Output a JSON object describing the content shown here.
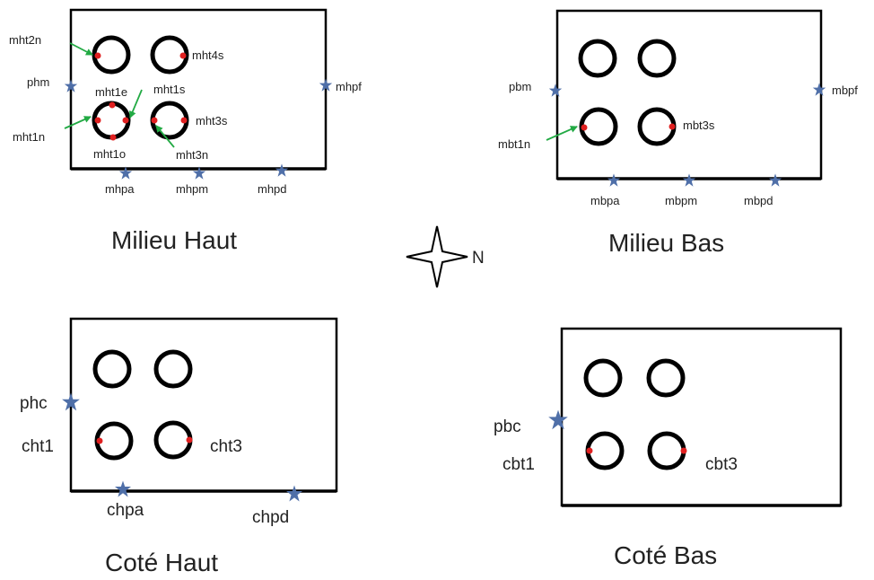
{
  "colors": {
    "outline": "#000000",
    "star": "#4f6fa8",
    "sensor_dot": "#e02020",
    "arrow": "#22aa44"
  },
  "compass": {
    "north_label": "N",
    "icon": "compass-rose-icon"
  },
  "panels": {
    "milieu_haut": {
      "title": "Milieu Haut",
      "labels": {
        "mht2n": "mht2n",
        "mht4s": "mht4s",
        "phm": "phm",
        "mhpf": "mhpf",
        "mht1e": "mht1e",
        "mht1s": "mht1s",
        "mht1n": "mht1n",
        "mht3s": "mht3s",
        "mht1o": "mht1o",
        "mht3n": "mht3n",
        "mhpa": "mhpa",
        "mhpm": "mhpm",
        "mhpd": "mhpd"
      }
    },
    "milieu_bas": {
      "title": "Milieu Bas",
      "labels": {
        "pbm": "pbm",
        "mbpf": "mbpf",
        "mbt1n": "mbt1n",
        "mbt3s": "mbt3s",
        "mbpa": "mbpa",
        "mbpm": "mbpm",
        "mbpd": "mbpd"
      }
    },
    "cote_haut": {
      "title": "Coté Haut",
      "labels": {
        "phc": "phc",
        "cht1": "cht1",
        "cht3": "cht3",
        "chpa": "chpa",
        "chpd": "chpd"
      }
    },
    "cote_bas": {
      "title": "Coté Bas",
      "labels": {
        "pbc": "pbc",
        "cbt1": "cbt1",
        "cbt3": "cbt3"
      }
    }
  }
}
